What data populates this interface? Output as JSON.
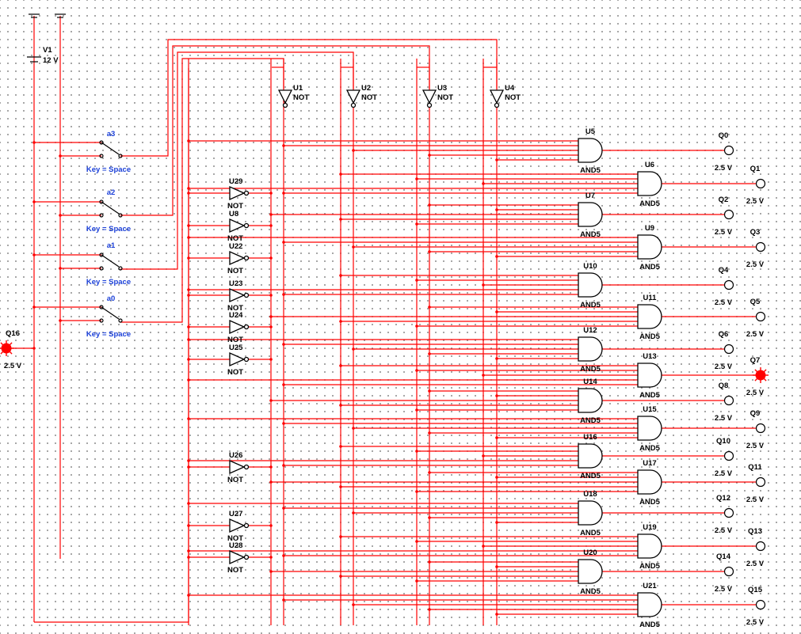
{
  "source": {
    "ref": "V1",
    "value": "12 V"
  },
  "switches": [
    {
      "name": "a3",
      "key": "Key = Space"
    },
    {
      "name": "a2",
      "key": "Key = Space"
    },
    {
      "name": "a1",
      "key": "Key = Space"
    },
    {
      "name": "a0",
      "key": "Key = Space"
    }
  ],
  "top_inverters": [
    {
      "ref": "U1",
      "type": "NOT"
    },
    {
      "ref": "U2",
      "type": "NOT"
    },
    {
      "ref": "U3",
      "type": "NOT"
    },
    {
      "ref": "U4",
      "type": "NOT"
    }
  ],
  "side_inverters": [
    {
      "ref": "U29",
      "type": "NOT"
    },
    {
      "ref": "U8",
      "type": "NOT"
    },
    {
      "ref": "U22",
      "type": "NOT"
    },
    {
      "ref": "U23",
      "type": "NOT"
    },
    {
      "ref": "U24",
      "type": "NOT"
    },
    {
      "ref": "U25",
      "type": "NOT"
    },
    {
      "ref": "U26",
      "type": "NOT"
    },
    {
      "ref": "U27",
      "type": "NOT"
    },
    {
      "ref": "U28",
      "type": "NOT"
    }
  ],
  "and_gates": [
    {
      "ref": "U5",
      "type": "AND5"
    },
    {
      "ref": "U6",
      "type": "AND5"
    },
    {
      "ref": "U7",
      "type": "AND5"
    },
    {
      "ref": "U9",
      "type": "AND5"
    },
    {
      "ref": "U10",
      "type": "AND5"
    },
    {
      "ref": "U11",
      "type": "AND5"
    },
    {
      "ref": "U12",
      "type": "AND5"
    },
    {
      "ref": "U13",
      "type": "AND5"
    },
    {
      "ref": "U14",
      "type": "AND5"
    },
    {
      "ref": "U15",
      "type": "AND5"
    },
    {
      "ref": "U16",
      "type": "AND5"
    },
    {
      "ref": "U17",
      "type": "AND5"
    },
    {
      "ref": "U18",
      "type": "AND5"
    },
    {
      "ref": "U19",
      "type": "AND5"
    },
    {
      "ref": "U20",
      "type": "AND5"
    },
    {
      "ref": "U21",
      "type": "AND5"
    }
  ],
  "probes": [
    {
      "ref": "Q0",
      "voltage": "2.5 V",
      "lit": false
    },
    {
      "ref": "Q1",
      "voltage": "2.5 V",
      "lit": false
    },
    {
      "ref": "Q2",
      "voltage": "2.5 V",
      "lit": false
    },
    {
      "ref": "Q3",
      "voltage": "2.5 V",
      "lit": false
    },
    {
      "ref": "Q4",
      "voltage": "2.5 V",
      "lit": false
    },
    {
      "ref": "Q5",
      "voltage": "2.5 V",
      "lit": false
    },
    {
      "ref": "Q6",
      "voltage": "2.5 V",
      "lit": false
    },
    {
      "ref": "Q7",
      "voltage": "2.5 V",
      "lit": true
    },
    {
      "ref": "Q8",
      "voltage": "2.5 V",
      "lit": false
    },
    {
      "ref": "Q9",
      "voltage": "2.5 V",
      "lit": false
    },
    {
      "ref": "Q10",
      "voltage": "2.5 V",
      "lit": false
    },
    {
      "ref": "Q11",
      "voltage": "2.5 V",
      "lit": false
    },
    {
      "ref": "Q12",
      "voltage": "2.5 V",
      "lit": false
    },
    {
      "ref": "Q13",
      "voltage": "2.5 V",
      "lit": false
    },
    {
      "ref": "Q14",
      "voltage": "2.5 V",
      "lit": false
    },
    {
      "ref": "Q15",
      "voltage": "2.5 V",
      "lit": false
    }
  ],
  "enable_probe": {
    "ref": "Q16",
    "voltage": "2.5 V",
    "lit": true
  },
  "colors": {
    "wire": "#ff0000",
    "component": "#000000",
    "switch_label": "#1a3fd8",
    "lamp_on": "#ff0000"
  }
}
